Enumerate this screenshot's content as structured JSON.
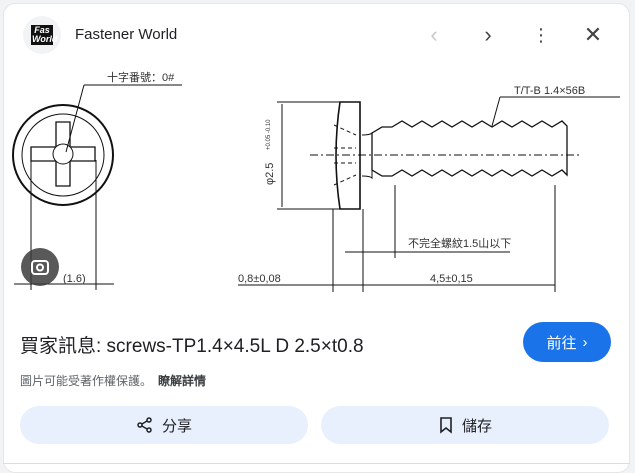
{
  "header": {
    "site_name": "Fastener World",
    "logo_text": "Fas World"
  },
  "drawing": {
    "cross_label": "十字番號：0#",
    "thread_label": "T/T-B 1.4×56B",
    "diameter_label": "φ2.5",
    "diameter_tol": "+0.05 -0.10",
    "incomplete_thread_label": "不完全螺紋1.5山以下",
    "head_thickness_label": "0,8±0,08",
    "length_label": "4,5±0,15",
    "recess_label": "(1.6)"
  },
  "info": {
    "title": "買家訊息: screws-TP1.4×4.5L D 2.5×t0.8",
    "visit_label": "前往",
    "copyright": "圖片可能受著作權保護。",
    "learn_more": "瞭解詳情"
  },
  "actions": {
    "share_label": "分享",
    "save_label": "儲存"
  }
}
